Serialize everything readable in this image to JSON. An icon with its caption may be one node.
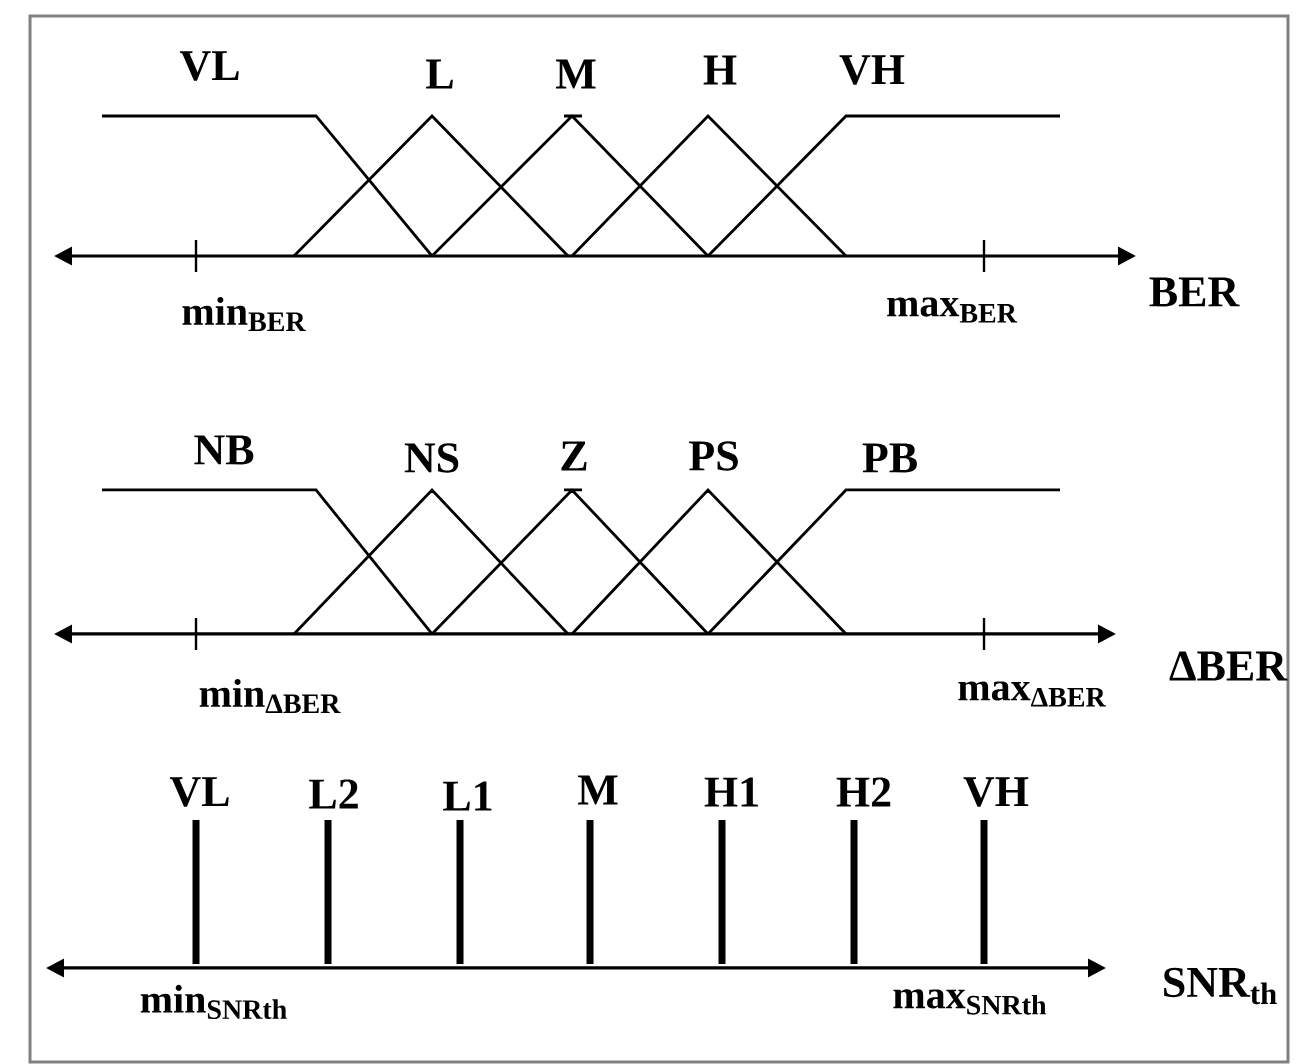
{
  "diagram": {
    "labels": [
      "VL",
      "L",
      "M",
      "H",
      "VH",
      "BER",
      "min$_{BER}$",
      "max$_{BER}$",
      "NB",
      "NS",
      "Z",
      "PS",
      "PB",
      "ΔBER",
      "min$_{ΔBER}$",
      "max$_{ΔBER}$",
      "VL",
      "L2",
      "L1",
      "M",
      "H1",
      "H2",
      "VH",
      "SNR$_{th}$",
      "min$_{SNRth}$",
      "max$_{SNRth}$"
    ]
  }
}
